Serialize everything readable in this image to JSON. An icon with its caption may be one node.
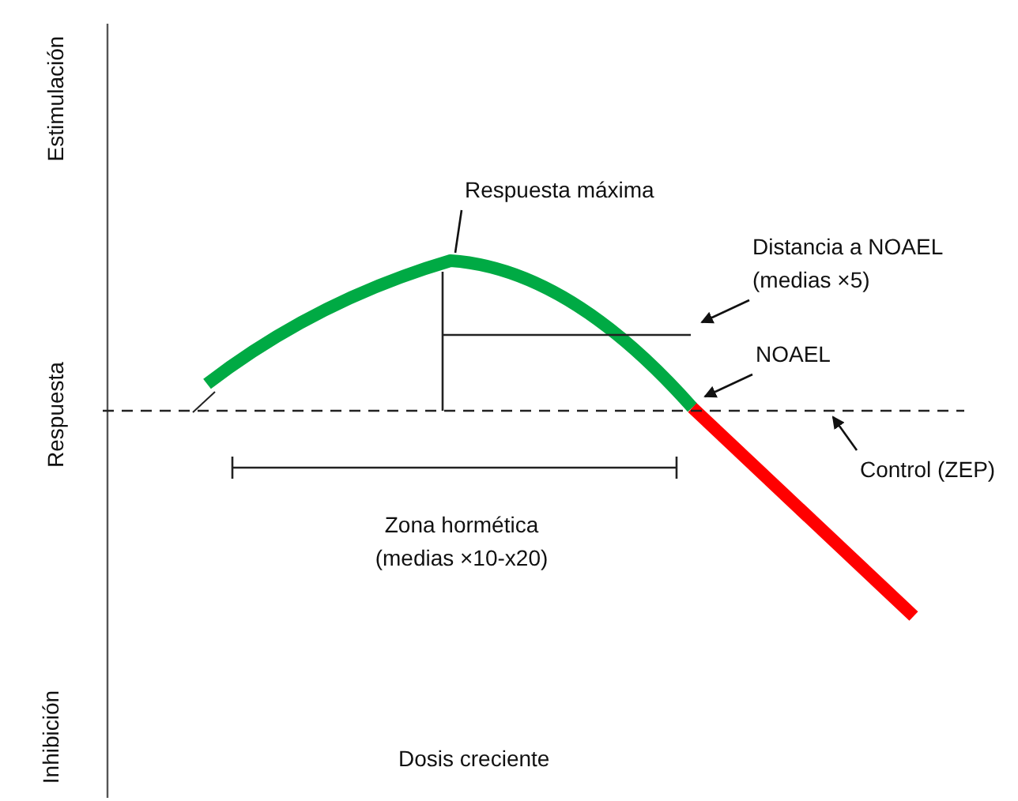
{
  "diagram": {
    "nodes": [
      {
        "text": [
          "Respuesta máxima"
        ]
      },
      {
        "text": [
          "Distancia a NOAEL (medias ×5)"
        ]
      },
      {
        "text": [
          "NOAEL"
        ]
      },
      {
        "text": [
          "Control (ZEP)"
        ]
      },
      {
        "text": [],
        "shape": "line"
      },
      {
        "text": [],
        "shape": "line"
      }
    ],
    "edges": [
      {
        "from": 0,
        "to": 5,
        "arrow": "none"
      },
      {
        "from": 1,
        "to": 5,
        "arrow": "to"
      },
      {
        "from": 2,
        "to": 4,
        "arrow": "to"
      },
      {
        "from": 3,
        "to": 4,
        "arrow": "to"
      }
    ],
    "labels": [
      "Estimulación",
      "Respuesta",
      "Inhibición",
      "Zona hormética (medias ×10-x20)",
      "Dosis creciente"
    ]
  }
}
